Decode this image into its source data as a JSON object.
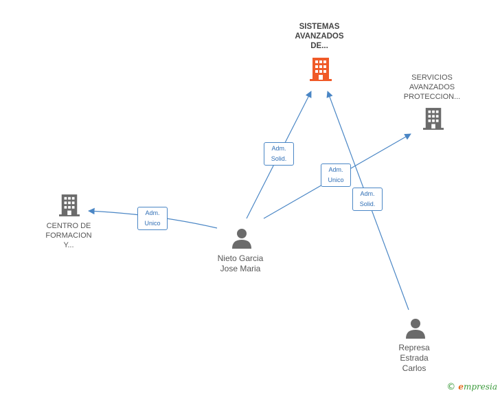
{
  "nodes": {
    "sistemas": [
      "SISTEMAS",
      "AVANZADOS",
      "DE..."
    ],
    "servicios": [
      "SERVICIOS",
      "AVANZADOS",
      "PROTECCION..."
    ],
    "centro": [
      "CENTRO DE",
      "FORMACION",
      "Y..."
    ],
    "nieto": [
      "Nieto Garcia",
      "Jose Maria"
    ],
    "represa": [
      "Represa",
      "Estrada",
      "Carlos"
    ]
  },
  "edges": {
    "nieto_sistemas": [
      "Adm.",
      "Solid."
    ],
    "nieto_servicios": [
      "Adm.",
      "Unico"
    ],
    "nieto_centro": [
      "Adm.",
      "Unico"
    ],
    "represa_sistemas": [
      "Adm.",
      "Solid."
    ]
  },
  "footer": {
    "copyright": "©",
    "brand_initial": "e",
    "brand_rest": "mpresia"
  },
  "colors": {
    "highlight_company": "#f05a28",
    "company": "#6b6b6b",
    "person": "#6b6b6b",
    "edge": "#4a86c5"
  }
}
